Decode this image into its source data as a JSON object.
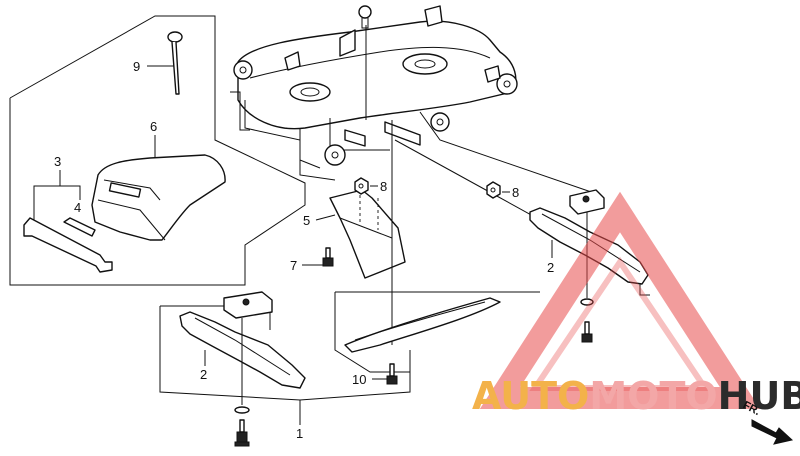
{
  "callouts": [
    {
      "id": "1",
      "label": "1"
    },
    {
      "id": "2a",
      "label": "2"
    },
    {
      "id": "2b",
      "label": "2"
    },
    {
      "id": "3",
      "label": "3"
    },
    {
      "id": "4",
      "label": "4"
    },
    {
      "id": "5",
      "label": "5"
    },
    {
      "id": "6",
      "label": "6"
    },
    {
      "id": "7",
      "label": "7"
    },
    {
      "id": "8a",
      "label": "8"
    },
    {
      "id": "8b",
      "label": "8"
    },
    {
      "id": "9",
      "label": "9"
    },
    {
      "id": "10",
      "label": "10"
    }
  ],
  "watermark": {
    "part1": "AUTO",
    "part2": "MOTO",
    "part3": "HUB",
    "color1": "#f3b24a",
    "color2": "#f3a7a7",
    "color3": "#2b2b2b",
    "triangle_color": "#e84b4b"
  },
  "direction": {
    "label": "FR."
  }
}
